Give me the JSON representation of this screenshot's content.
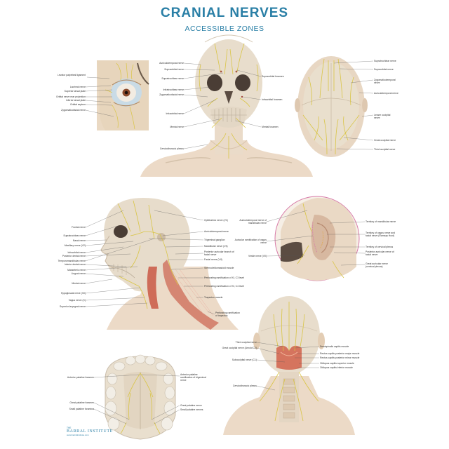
{
  "poster": {
    "title": "CRANIAL NERVES",
    "subtitle": "ACCESSIBLE ZONES",
    "colors": {
      "title": "#2a7fa6",
      "bone": "#e6dccb",
      "skin": "#ecd9c6",
      "nerve": "#d9c545",
      "muscle": "#c8503c",
      "circle_border": "#d77aa8"
    }
  },
  "panels": {
    "eye": {
      "labels": [
        "Levator palpebral ligament",
        "Lacrimal nerve",
        "Superior tarsal plate",
        "Orbital nerve rear projection",
        "Inferior tarsal plate",
        "Orbital septum",
        "Zygomaticofacial nerve"
      ]
    },
    "front": {
      "left_labels": [
        "Auriculotemporal nerve",
        "Supraorbital nerve",
        "Supratrochlear nerve",
        "Infratrochlear nerve",
        "Zygomaticofacial nerve",
        "Infraorbital nerve",
        "Mental nerve",
        "Cervicothoracic plexus"
      ],
      "right_labels": [
        "Supraorbital foramen",
        "Infraorbital foramen",
        "Mental foramen"
      ]
    },
    "top": {
      "labels": [
        "Supratrochlear nerve",
        "Supraorbital nerve",
        "Zygomaticotemporal nerve",
        "Auriculotemporal nerve",
        "Lesser occipital nerve",
        "Great occipital nerve",
        "Third occipital nerve"
      ]
    },
    "side": {
      "left_labels": [
        "Frontal nerve",
        "Supratrochlear nerve",
        "Nasal nerve",
        "Maxillary nerve (V2)",
        "Infraorbital nerve",
        "Posterior dental nerve",
        "Temporomandibular nerve",
        "Inferior dental nerve",
        "Masseteric nerve",
        "Lingual nerve",
        "Mental nerve",
        "Hypoglossal nerve (XII)",
        "Vagus nerve (X)",
        "Superior laryngeal nerve"
      ],
      "right_labels": [
        "Ophthalmic nerve (V1)",
        "Auriculotemporal nerve",
        "Trigeminal ganglion",
        "Mandibular nerve (V3)",
        "Posterior auricular branch of facial nerve",
        "Facial nerve (VII)",
        "Sternocleidomastoid muscle",
        "Perforating ramification of XI, C3 level",
        "Perforating ramification of XI, C4 level",
        "Trapezius muscle",
        "Perforating ramification of trapezius"
      ]
    },
    "ear": {
      "left_labels": [
        "Auriculotemporal nerve of mandibular nerve",
        "Auricular ramification of vagus nerve",
        "Vestie nerve (VII)"
      ],
      "right_labels": [
        "Territory of mandibular nerve",
        "Territory of vagus nerve and facial nerve (Ramsay Hunt)",
        "Territory of cervical plexus",
        "Posterior auricular nerve of facial nerve",
        "Great auricular nerve (cervical plexus)"
      ]
    },
    "palate": {
      "left_labels": [
        "Anterior palatine foramen",
        "Great palatine foramen",
        "Small palatine foramina"
      ],
      "right_labels": [
        "Anterior palatine ramification of trigeminal nerve",
        "Great palatine nerve",
        "Small palatine nerves"
      ]
    },
    "back": {
      "left_labels": [
        "Third occipital nerve",
        "Great occipital nerve (Arnold C2)",
        "Suboccipital nerve (C1)",
        "Cervicothoracic plexus"
      ],
      "right_labels": [
        "Semispinalis capitis muscle",
        "Rectus capitis posterior major muscle",
        "Rectus capitis posterior minor muscle",
        "Obliquus capitis superior muscle",
        "Obliquus capitis inferior muscle"
      ]
    }
  },
  "logo": {
    "top": "THE",
    "name": "BARRAL INSTITUTE",
    "url": "www.barralinstitute.com"
  }
}
